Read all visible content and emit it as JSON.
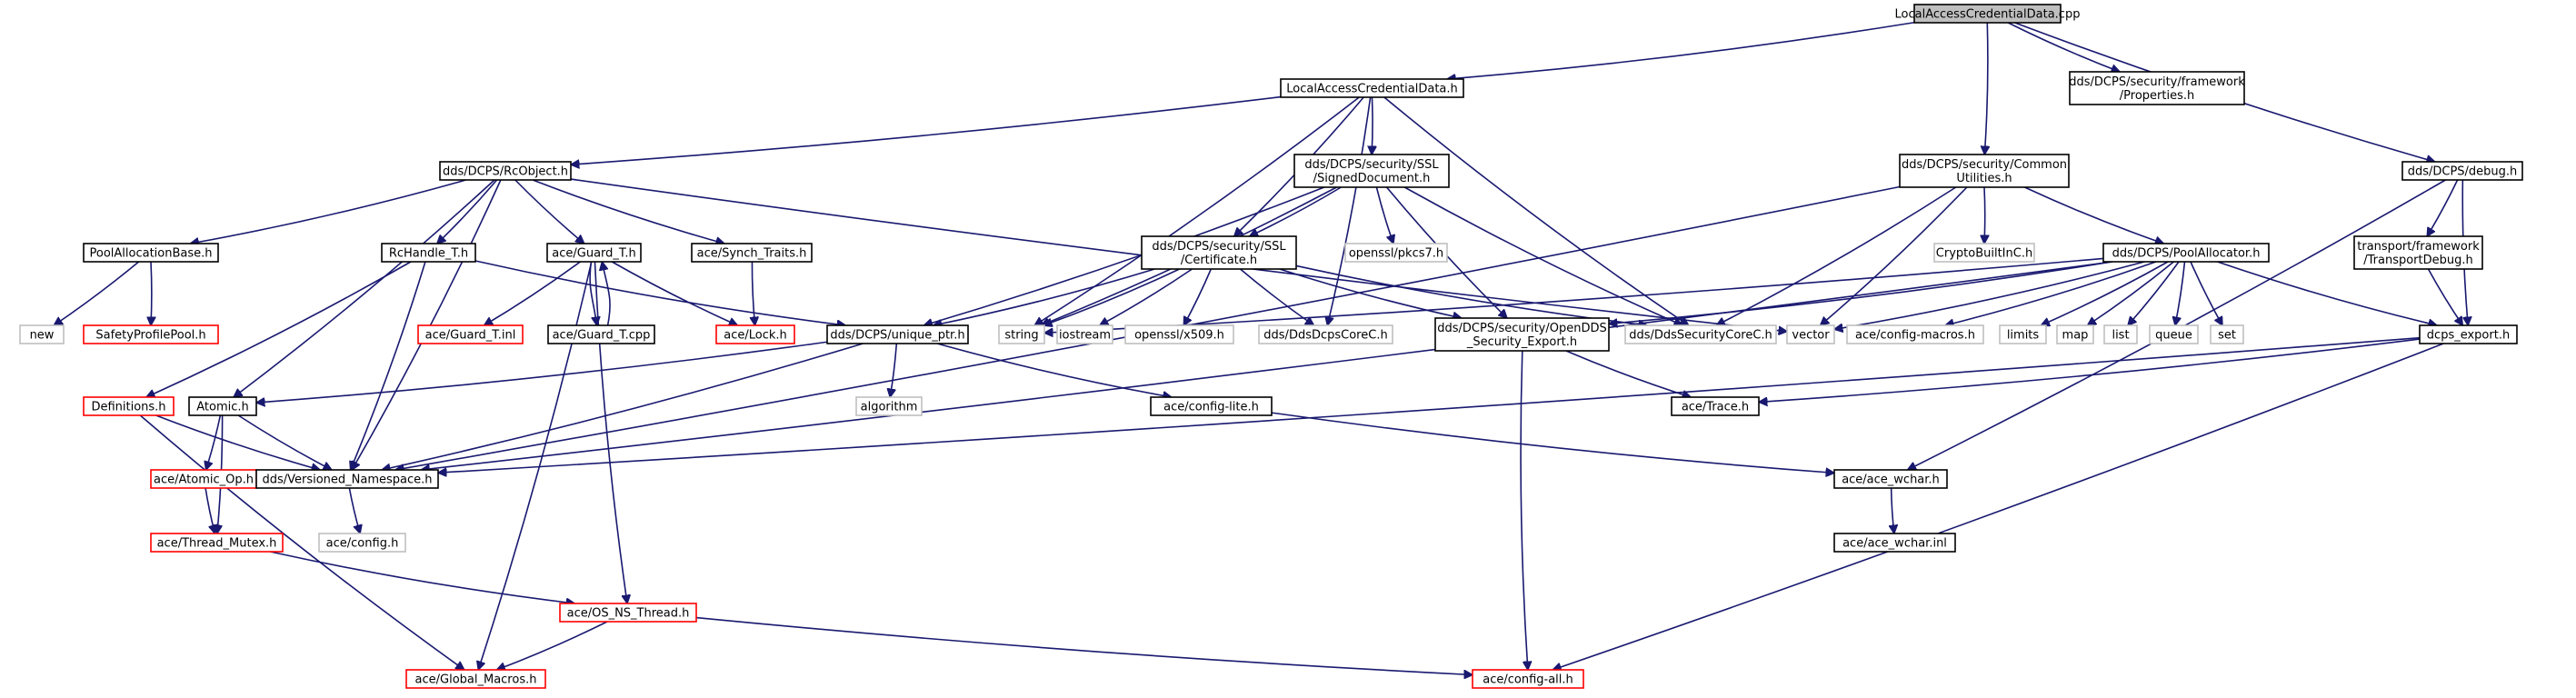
{
  "diagram": {
    "type": "include-dependency-graph",
    "colors": {
      "edge": "#191970",
      "root_fill": "#bfbfbf",
      "default_border": "#000000",
      "truncated_border": "#ff0000",
      "system_border": "#bfbfbf",
      "background": "#ffffff"
    },
    "nodes": [
      {
        "id": "root",
        "label": "LocalAccessCredentialData.cpp",
        "style": "root"
      },
      {
        "id": "lacd_h",
        "label": "LocalAccessCredentialData.h",
        "style": "default"
      },
      {
        "id": "props_h",
        "label": "dds/DCPS/security/framework\n/Properties.h",
        "style": "default"
      },
      {
        "id": "rcobject",
        "label": "dds/DCPS/RcObject.h",
        "style": "default"
      },
      {
        "id": "signeddoc",
        "label": "dds/DCPS/security/SSL\n/SignedDocument.h",
        "style": "default"
      },
      {
        "id": "common",
        "label": "dds/DCPS/security/Common\nUtilities.h",
        "style": "default"
      },
      {
        "id": "debug_h",
        "label": "dds/DCPS/debug.h",
        "style": "default"
      },
      {
        "id": "poolalloc",
        "label": "PoolAllocationBase.h",
        "style": "default"
      },
      {
        "id": "rchandle",
        "label": "RcHandle_T.h",
        "style": "default"
      },
      {
        "id": "guard_h",
        "label": "ace/Guard_T.h",
        "style": "default"
      },
      {
        "id": "synch",
        "label": "ace/Synch_Traits.h",
        "style": "default"
      },
      {
        "id": "cert",
        "label": "dds/DCPS/security/SSL\n/Certificate.h",
        "style": "default"
      },
      {
        "id": "pkcs7",
        "label": "openssl/pkcs7.h",
        "style": "system"
      },
      {
        "id": "cryptobuiltin",
        "label": "CryptoBuiltInC.h",
        "style": "system"
      },
      {
        "id": "poolallocator",
        "label": "dds/DCPS/PoolAllocator.h",
        "style": "default"
      },
      {
        "id": "transportdebug",
        "label": "transport/framework\n/TransportDebug.h",
        "style": "default"
      },
      {
        "id": "new",
        "label": "new",
        "style": "system"
      },
      {
        "id": "safety",
        "label": "SafetyProfilePool.h",
        "style": "truncated"
      },
      {
        "id": "guard_inl",
        "label": "ace/Guard_T.inl",
        "style": "truncated"
      },
      {
        "id": "guard_cpp",
        "label": "ace/Guard_T.cpp",
        "style": "default"
      },
      {
        "id": "lock",
        "label": "ace/Lock.h",
        "style": "truncated"
      },
      {
        "id": "uniqueptr",
        "label": "dds/DCPS/unique_ptr.h",
        "style": "default"
      },
      {
        "id": "string",
        "label": "string",
        "style": "system"
      },
      {
        "id": "iostream",
        "label": "iostream",
        "style": "system"
      },
      {
        "id": "x509",
        "label": "openssl/x509.h",
        "style": "system"
      },
      {
        "id": "ddsdcpscore",
        "label": "dds/DdsDcpsCoreC.h",
        "style": "system"
      },
      {
        "id": "opendds_export",
        "label": "dds/DCPS/security/OpenDDS\n_Security_Export.h",
        "style": "default"
      },
      {
        "id": "ddssecuritycore",
        "label": "dds/DdsSecurityCoreC.h",
        "style": "system"
      },
      {
        "id": "vector",
        "label": "vector",
        "style": "system"
      },
      {
        "id": "configmacros",
        "label": "ace/config-macros.h",
        "style": "system"
      },
      {
        "id": "limits",
        "label": "limits",
        "style": "system"
      },
      {
        "id": "map",
        "label": "map",
        "style": "system"
      },
      {
        "id": "list",
        "label": "list",
        "style": "system"
      },
      {
        "id": "queue",
        "label": "queue",
        "style": "system"
      },
      {
        "id": "set",
        "label": "set",
        "style": "system"
      },
      {
        "id": "dcpsexport",
        "label": "dcps_export.h",
        "style": "default"
      },
      {
        "id": "definitions",
        "label": "Definitions.h",
        "style": "truncated"
      },
      {
        "id": "atomic",
        "label": "Atomic.h",
        "style": "default"
      },
      {
        "id": "algorithm",
        "label": "algorithm",
        "style": "system"
      },
      {
        "id": "configlite",
        "label": "ace/config-lite.h",
        "style": "default"
      },
      {
        "id": "trace",
        "label": "ace/Trace.h",
        "style": "default"
      },
      {
        "id": "atomicop",
        "label": "ace/Atomic_Op.h",
        "style": "truncated"
      },
      {
        "id": "versioned",
        "label": "dds/Versioned_Namespace.h",
        "style": "default"
      },
      {
        "id": "acewchar",
        "label": "ace/ace_wchar.h",
        "style": "default"
      },
      {
        "id": "config_h",
        "label": "ace/config.h",
        "style": "system"
      },
      {
        "id": "threadmutex",
        "label": "ace/Thread_Mutex.h",
        "style": "truncated"
      },
      {
        "id": "acewcharinl",
        "label": "ace/ace_wchar.inl",
        "style": "default"
      },
      {
        "id": "osns",
        "label": "ace/OS_NS_Thread.h",
        "style": "truncated"
      },
      {
        "id": "globalmacros",
        "label": "ace/Global_Macros.h",
        "style": "truncated"
      },
      {
        "id": "configall",
        "label": "ace/config-all.h",
        "style": "truncated"
      }
    ],
    "edges": [
      [
        "root",
        "lacd_h"
      ],
      [
        "root",
        "props_h"
      ],
      [
        "root",
        "common"
      ],
      [
        "root",
        "debug_h"
      ],
      [
        "lacd_h",
        "rcobject"
      ],
      [
        "lacd_h",
        "signeddoc"
      ],
      [
        "lacd_h",
        "cert"
      ],
      [
        "lacd_h",
        "string"
      ],
      [
        "lacd_h",
        "ddsdcpscore"
      ],
      [
        "lacd_h",
        "ddssecuritycore"
      ],
      [
        "rcobject",
        "poolalloc"
      ],
      [
        "rcobject",
        "rchandle"
      ],
      [
        "rcobject",
        "guard_h"
      ],
      [
        "rcobject",
        "synch"
      ],
      [
        "rcobject",
        "atomic"
      ],
      [
        "rcobject",
        "versioned"
      ],
      [
        "rcobject",
        "vector"
      ],
      [
        "poolalloc",
        "new"
      ],
      [
        "poolalloc",
        "safety"
      ],
      [
        "rchandle",
        "uniqueptr"
      ],
      [
        "rchandle",
        "definitions"
      ],
      [
        "rchandle",
        "versioned"
      ],
      [
        "guard_h",
        "guard_inl"
      ],
      [
        "guard_h",
        "guard_cpp"
      ],
      [
        "guard_h",
        "lock"
      ],
      [
        "guard_h",
        "osns"
      ],
      [
        "guard_h",
        "globalmacros"
      ],
      [
        "guard_cpp",
        "guard_h"
      ],
      [
        "synch",
        "lock"
      ],
      [
        "signeddoc",
        "cert"
      ],
      [
        "signeddoc",
        "pkcs7"
      ],
      [
        "signeddoc",
        "uniqueptr"
      ],
      [
        "signeddoc",
        "string"
      ],
      [
        "signeddoc",
        "opendds_export"
      ],
      [
        "signeddoc",
        "ddssecuritycore"
      ],
      [
        "cert",
        "uniqueptr"
      ],
      [
        "cert",
        "string"
      ],
      [
        "cert",
        "iostream"
      ],
      [
        "cert",
        "x509"
      ],
      [
        "cert",
        "ddsdcpscore"
      ],
      [
        "cert",
        "opendds_export"
      ],
      [
        "cert",
        "ddssecuritycore"
      ],
      [
        "common",
        "cryptobuiltin"
      ],
      [
        "common",
        "poolallocator"
      ],
      [
        "common",
        "ddssecuritycore"
      ],
      [
        "common",
        "vector"
      ],
      [
        "common",
        "versioned"
      ],
      [
        "poolallocator",
        "string"
      ],
      [
        "poolallocator",
        "opendds_export"
      ],
      [
        "poolallocator",
        "vector"
      ],
      [
        "poolallocator",
        "configmacros"
      ],
      [
        "poolallocator",
        "limits"
      ],
      [
        "poolallocator",
        "map"
      ],
      [
        "poolallocator",
        "list"
      ],
      [
        "poolallocator",
        "queue"
      ],
      [
        "poolallocator",
        "set"
      ],
      [
        "poolallocator",
        "dcpsexport"
      ],
      [
        "poolallocator",
        "versioned"
      ],
      [
        "debug_h",
        "transportdebug"
      ],
      [
        "debug_h",
        "dcpsexport"
      ],
      [
        "debug_h",
        "acewchar"
      ],
      [
        "transportdebug",
        "dcpsexport"
      ],
      [
        "dcpsexport",
        "trace"
      ],
      [
        "dcpsexport",
        "versioned"
      ],
      [
        "dcpsexport",
        "configall"
      ],
      [
        "uniqueptr",
        "algorithm"
      ],
      [
        "uniqueptr",
        "configlite"
      ],
      [
        "uniqueptr",
        "atomic"
      ],
      [
        "uniqueptr",
        "versioned"
      ],
      [
        "opendds_export",
        "trace"
      ],
      [
        "opendds_export",
        "configall"
      ],
      [
        "definitions",
        "versioned"
      ],
      [
        "definitions",
        "globalmacros"
      ],
      [
        "atomic",
        "atomicop"
      ],
      [
        "atomic",
        "threadmutex"
      ],
      [
        "atomic",
        "versioned"
      ],
      [
        "atomicop",
        "threadmutex"
      ],
      [
        "configlite",
        "acewchar"
      ],
      [
        "versioned",
        "config_h"
      ],
      [
        "acewchar",
        "acewcharinl"
      ],
      [
        "threadmutex",
        "osns"
      ],
      [
        "osns",
        "globalmacros"
      ],
      [
        "osns",
        "configall"
      ]
    ]
  }
}
